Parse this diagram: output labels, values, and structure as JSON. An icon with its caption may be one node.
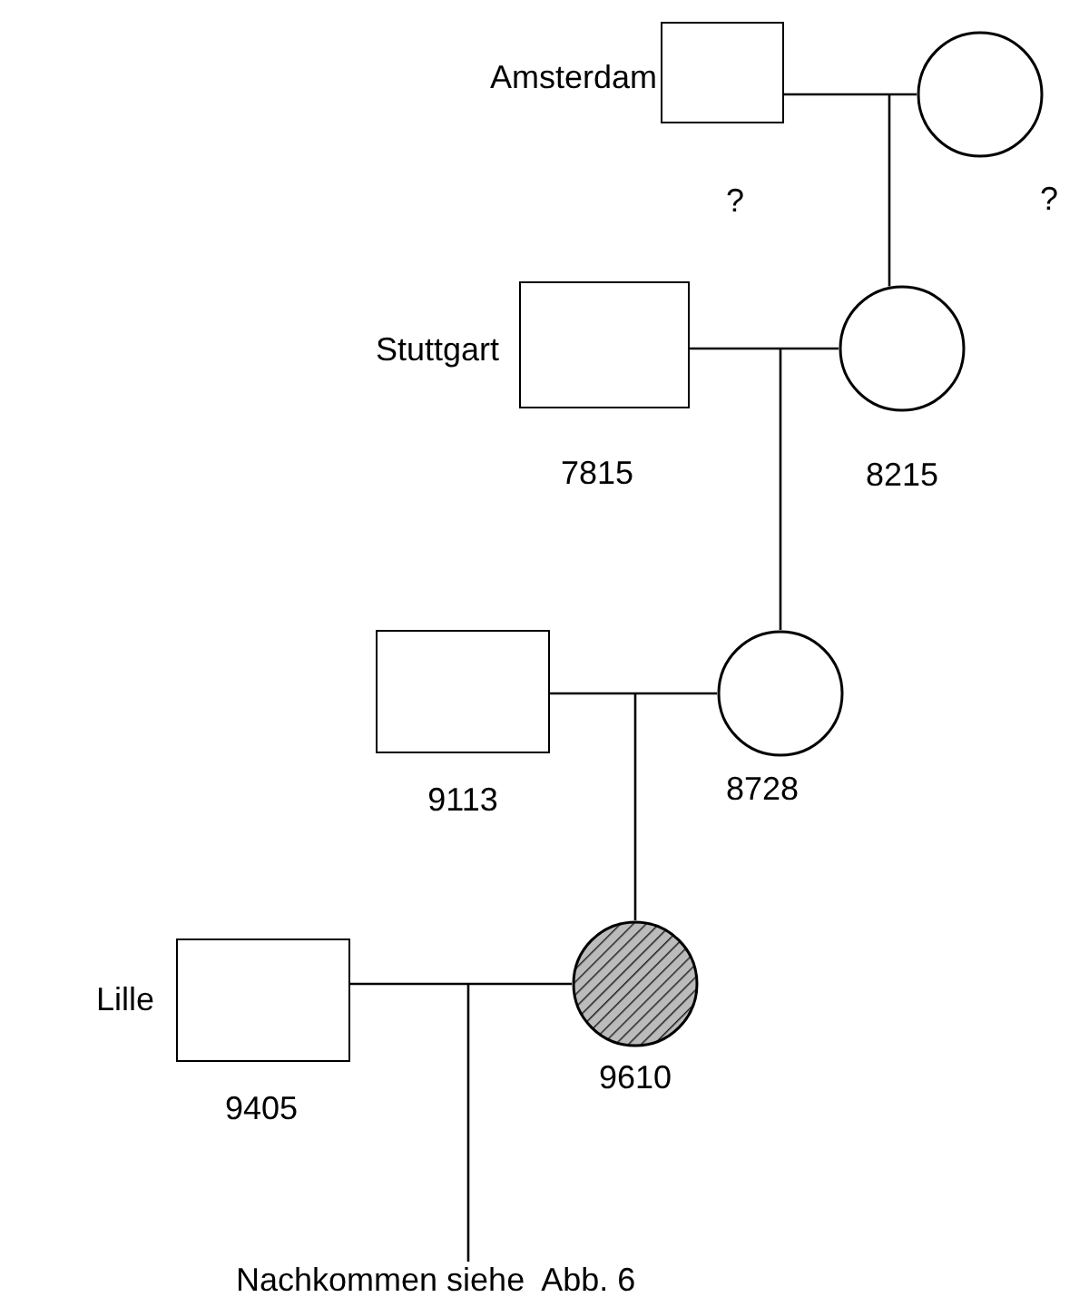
{
  "diagram": {
    "nodes": [
      {
        "text": [],
        "shape": "box",
        "beside": [
          "Amsterdam",
          "?"
        ]
      },
      {
        "text": [],
        "shape": "circle",
        "beside": [
          "?"
        ]
      },
      {
        "text": [],
        "shape": "box",
        "beside": [
          "Stuttgart",
          "7815"
        ]
      },
      {
        "text": [],
        "shape": "circle",
        "beside": [
          "8215"
        ]
      },
      {
        "text": [],
        "shape": "box",
        "beside": [
          "9113"
        ]
      },
      {
        "text": [],
        "shape": "circle",
        "beside": [
          "8728"
        ]
      },
      {
        "text": [],
        "shape": "box",
        "beside": [
          "Lille",
          "9405"
        ]
      },
      {
        "text": [],
        "shape": "circle",
        "beside": [
          "9610"
        ]
      },
      {
        "text": [
          "Nachkommen siehe  Abb. 6"
        ]
      }
    ],
    "edges": [
      {
        "from": 0,
        "to": 1,
        "arrow": "none"
      },
      {
        "from": null,
        "to": 3,
        "arrow": "none"
      },
      {
        "from": 2,
        "to": 3,
        "arrow": "none"
      },
      {
        "from": null,
        "to": 5,
        "arrow": "none"
      },
      {
        "from": 4,
        "to": 5,
        "arrow": "none"
      },
      {
        "from": null,
        "to": 7,
        "arrow": "none"
      },
      {
        "from": 6,
        "to": 7,
        "arrow": "none"
      },
      {
        "from": null,
        "to": 8,
        "arrow": "none"
      }
    ]
  }
}
